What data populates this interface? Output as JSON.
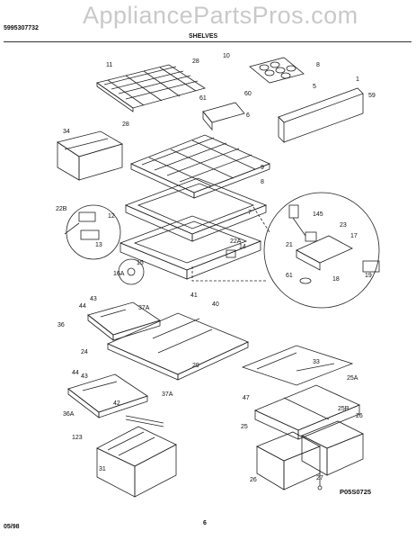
{
  "header": {
    "part_number": "5995307732",
    "watermark": "AppliancePartsPros.com",
    "section_title": "SHELVES"
  },
  "footer": {
    "date": "05/98",
    "page_number": "6",
    "figure_code": "P05S0725"
  },
  "callouts": [
    "11",
    "28",
    "10",
    "8",
    "1",
    "5",
    "59",
    "61",
    "60",
    "6",
    "28",
    "34",
    "9",
    "8",
    "22B",
    "12",
    "7",
    "13",
    "145",
    "23",
    "22A",
    "21",
    "17",
    "14",
    "15",
    "16A",
    "61",
    "19",
    "18",
    "43",
    "41",
    "44",
    "37A",
    "40",
    "36",
    "24",
    "29",
    "44",
    "43",
    "37A",
    "33",
    "25A",
    "47",
    "36A",
    "42",
    "25B",
    "26",
    "123",
    "25",
    "31",
    "27",
    "26"
  ],
  "colors": {
    "ink": "#111111",
    "watermark": "#c9c9c9",
    "background": "#ffffff"
  }
}
